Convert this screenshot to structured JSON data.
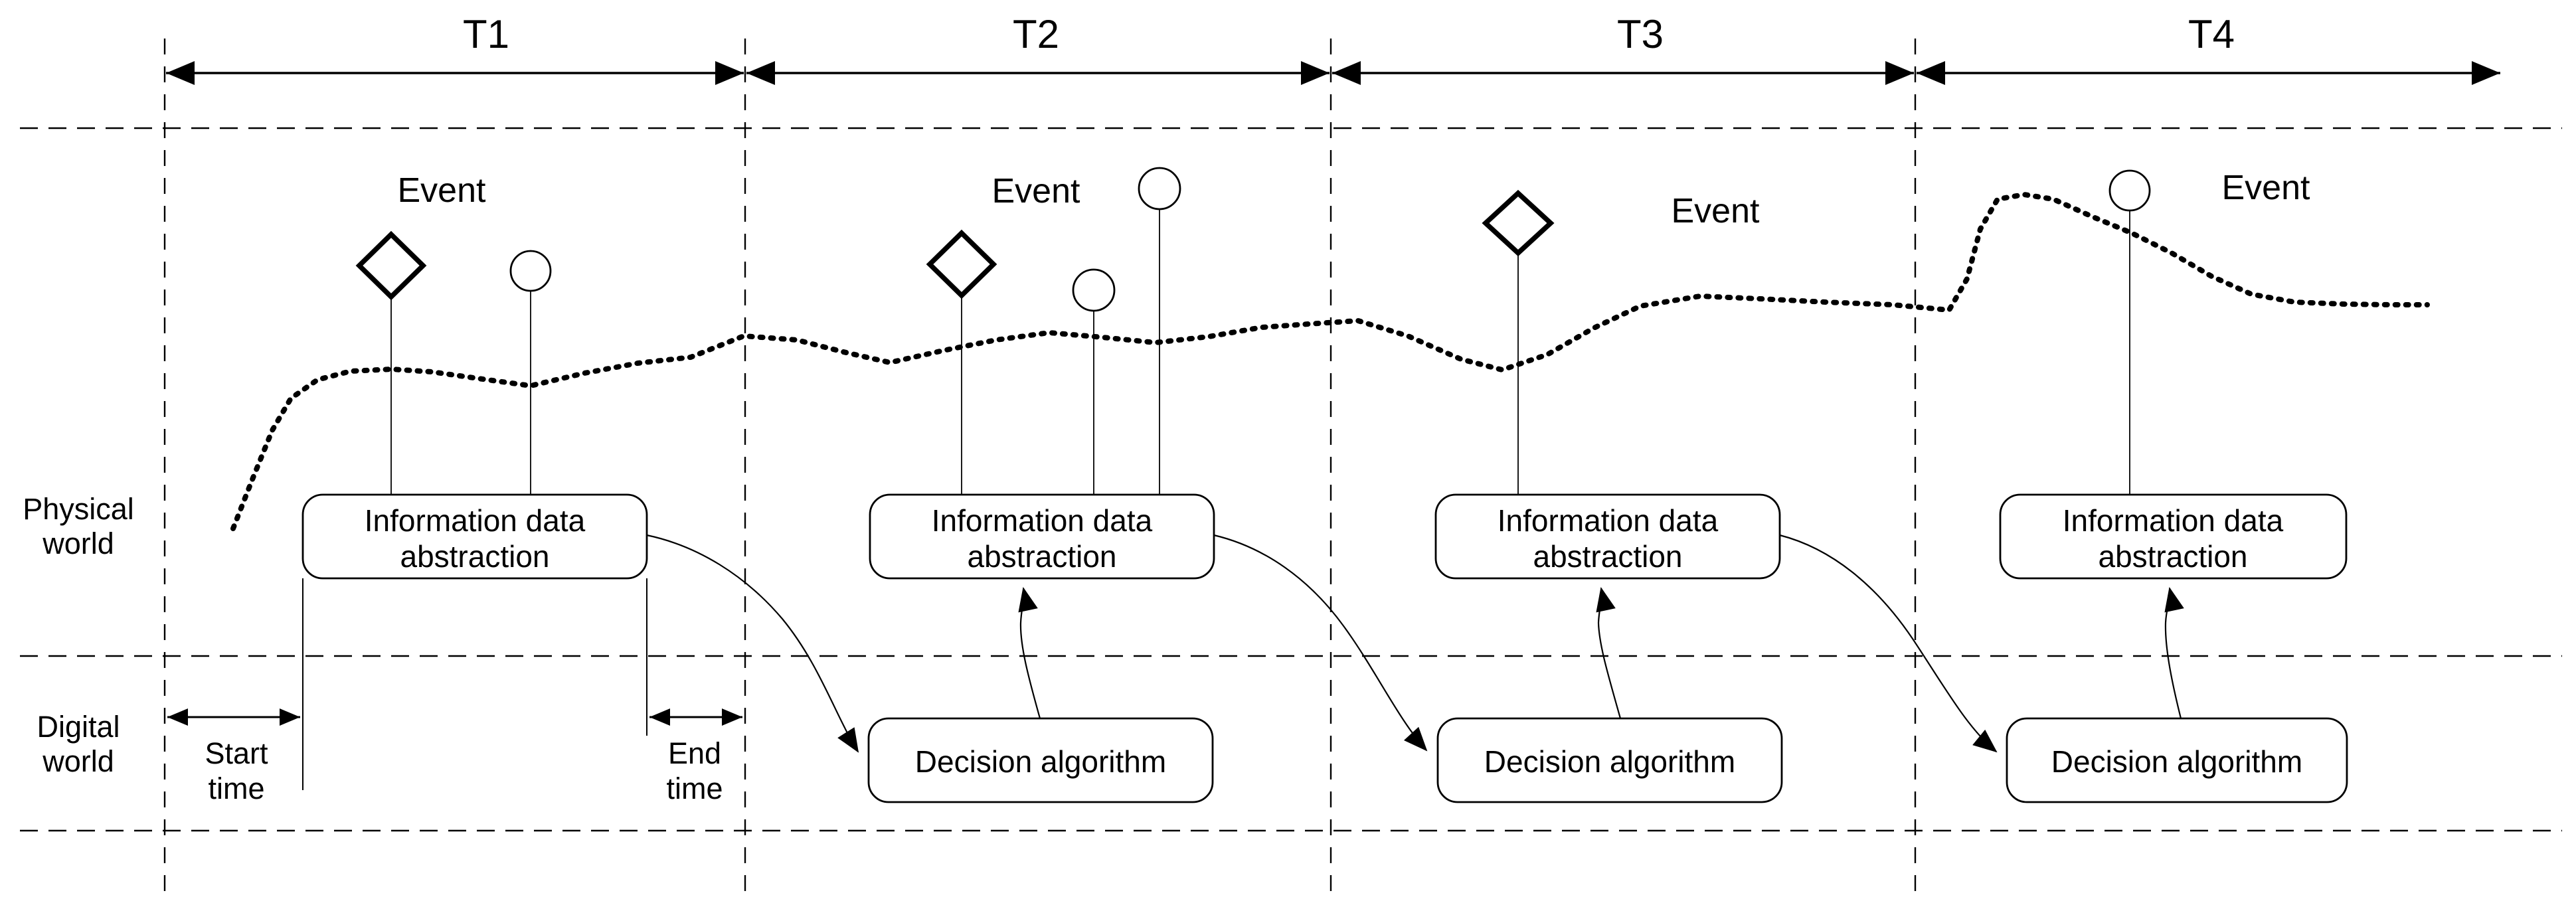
{
  "timeline": {
    "period_labels": [
      "T1",
      "T2",
      "T3",
      "T4"
    ]
  },
  "rows": {
    "physical_world": {
      "line1": "Physical",
      "line2": "world"
    },
    "digital_world": {
      "line1": "Digital",
      "line2": "world"
    }
  },
  "events": {
    "label": "Event"
  },
  "process_boxes": {
    "information_abstraction": {
      "line1": "Information data",
      "line2": "abstraction"
    },
    "decision_algorithm": {
      "label": "Decision algorithm"
    }
  },
  "time_markers": {
    "start": {
      "line1": "Start",
      "line2": "time"
    },
    "end": {
      "line1": "End",
      "line2": "time"
    }
  },
  "colors": {
    "ink": "#000000",
    "background": "#ffffff"
  }
}
